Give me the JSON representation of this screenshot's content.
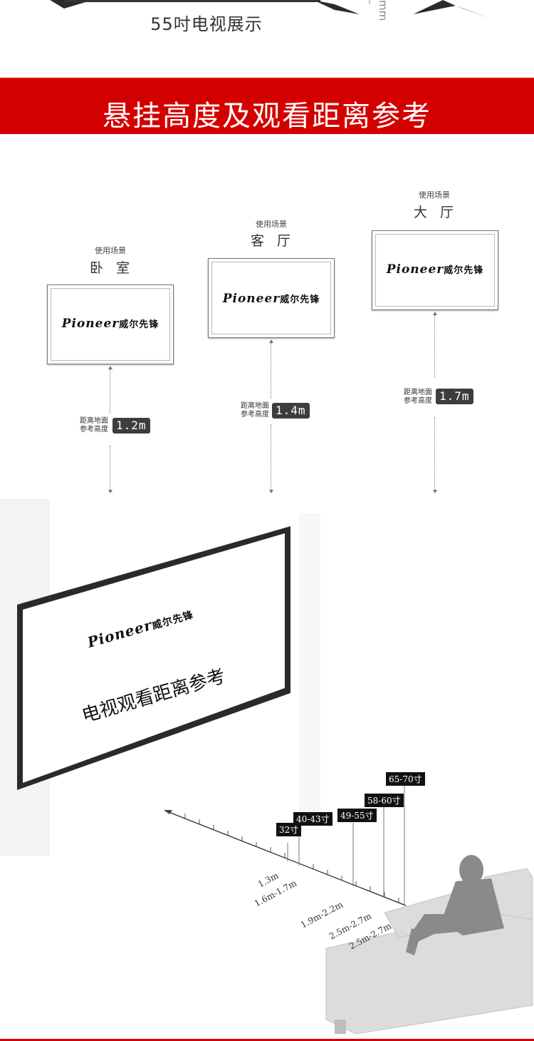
{
  "top": {
    "caption": "55吋电视展示",
    "dim_label": "mm"
  },
  "banner": {
    "title": "悬挂高度及观看距离参考"
  },
  "brand": {
    "latin": "Pioneer",
    "cn": "威尔先锋"
  },
  "scenes": [
    {
      "small": "使用场景",
      "big": "卧 室",
      "height_label_1": "距离地面",
      "height_label_2": "参考高度",
      "height": "1.2m"
    },
    {
      "small": "使用场景",
      "big": "客 厅",
      "height_label_1": "距离地面",
      "height_label_2": "参考高度",
      "height": "1.4m"
    },
    {
      "small": "使用场景",
      "big": "大 厅",
      "height_label_1": "距离地面",
      "height_label_2": "参考高度",
      "height": "1.7m"
    }
  ],
  "viewing": {
    "screen_text": "电视观看距离参考",
    "sizes": [
      "32寸",
      "40-43寸",
      "49-55寸",
      "58-60寸",
      "65-70寸"
    ],
    "distances": [
      "1.3m",
      "1.6m-1.7m",
      "1.9m-2.2m",
      "2.5m-2.7m",
      "2.5m-2.7m"
    ]
  },
  "colors": {
    "accent": "#d40000",
    "badge": "#3d3d3d"
  }
}
